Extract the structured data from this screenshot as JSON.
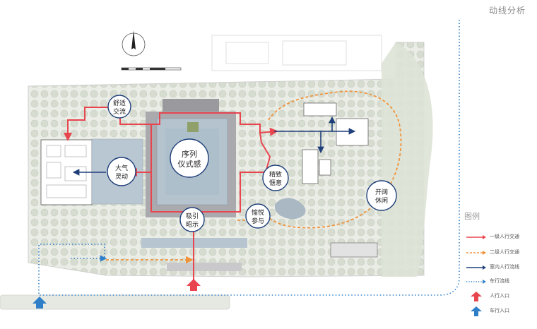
{
  "title": "动线分析",
  "nodes": [
    {
      "key": "comfort",
      "lines": [
        "舒适",
        "交流"
      ]
    },
    {
      "key": "grand",
      "lines": [
        "大气",
        "灵动"
      ]
    },
    {
      "key": "ritual",
      "lines": [
        "序列",
        "仪式感"
      ]
    },
    {
      "key": "refined",
      "lines": [
        "精致",
        "惬意"
      ]
    },
    {
      "key": "pleasant",
      "lines": [
        "愉悦",
        "参与"
      ]
    },
    {
      "key": "attract",
      "lines": [
        "吸引",
        "昭示"
      ]
    },
    {
      "key": "leisure",
      "lines": [
        "开阔",
        "休闲"
      ]
    }
  ],
  "legend": {
    "title": "图例",
    "items": [
      "一级人行交通",
      "二级人行交通",
      "室内人行流线",
      "车行流线",
      "人行入口",
      "车行入口"
    ]
  },
  "colors": {
    "primary_route": "#e8454f",
    "secondary_route": "#f0923a",
    "indoor_route": "#1f3f7a",
    "vehicle_route": "#2f7fc8",
    "node_fill": "#ffffff",
    "node_stroke": "#1f3f7a"
  }
}
